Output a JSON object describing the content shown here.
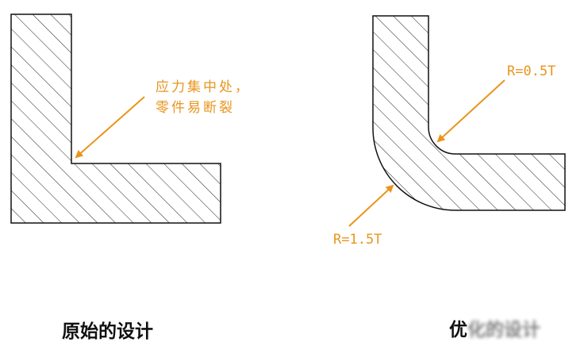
{
  "colors": {
    "outline": "#111111",
    "hatch": "#222222",
    "annotation": "#E8951C",
    "caption": "#111111"
  },
  "left_figure": {
    "note_line1": "应力集中处，",
    "note_line2": "零件易断裂",
    "caption": "原始的设计"
  },
  "right_figure": {
    "inner_radius_label": "R=0.5T",
    "outer_radius_label": "R=1.5T",
    "caption_visible": "优",
    "caption_obscured": "化的设计"
  }
}
